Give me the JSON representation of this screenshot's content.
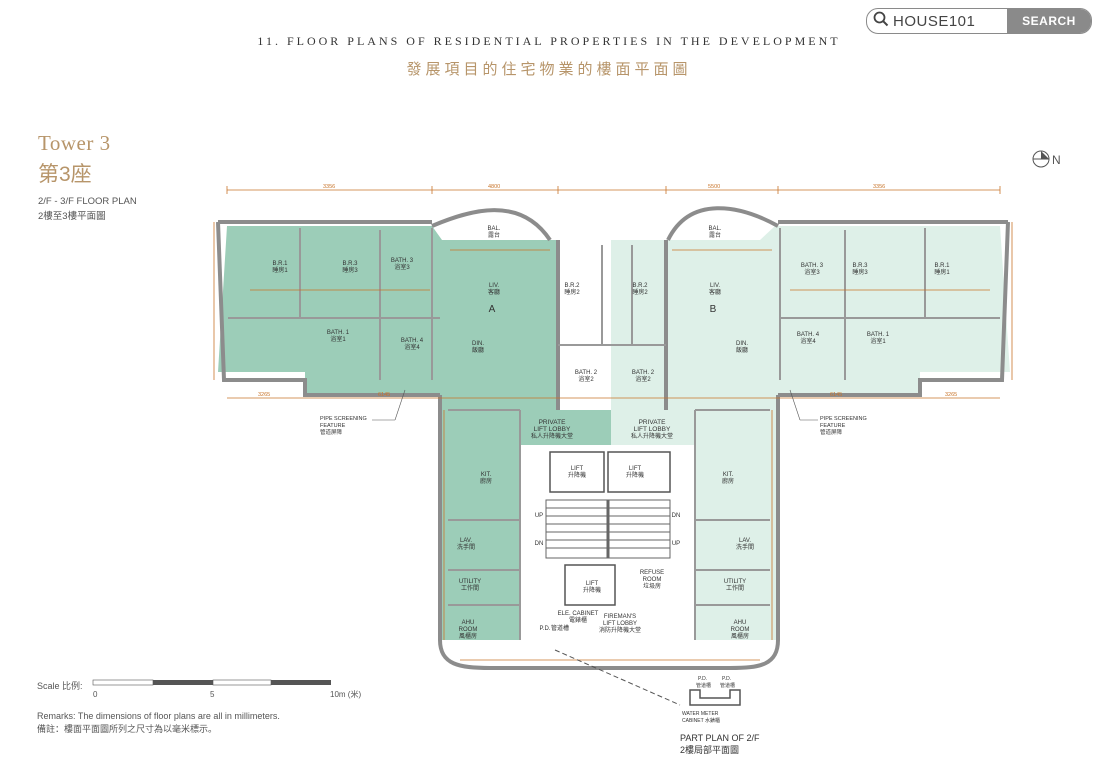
{
  "search": {
    "query": "HOUSE101",
    "button_label": "SEARCH"
  },
  "header": {
    "title_en": "11. FLOOR PLANS OF RESIDENTIAL PROPERTIES IN THE DEVELOPMENT",
    "title_zh": "發展項目的住宅物業的樓面平面圖"
  },
  "tower": {
    "name_en": "Tower 3",
    "name_zh": "第3座"
  },
  "floor": {
    "label_en": "2/F - 3/F FLOOR PLAN",
    "label_zh": "2樓至3樓平面圖"
  },
  "north": {
    "label": "N"
  },
  "scale": {
    "label": "Scale 比例:",
    "ticks": [
      "0",
      "5",
      "10m (米)"
    ]
  },
  "remarks": {
    "en": "Remarks: The dimensions of floor plans are all in millimeters.",
    "zh": "備註：樓面平面圖所列之尺寸為以毫米標示。"
  },
  "part_plan": {
    "en": "PART PLAN OF 2/F",
    "zh": "2樓局部平面圖"
  },
  "plan_labels": {
    "unit_a": "A",
    "unit_b": "B",
    "liv": "LIV.",
    "liv_zh": "客廳",
    "din": "DIN.",
    "din_zh": "飯廳",
    "bal": "BAL.",
    "bal_zh": "露台",
    "br1": "B.R.1",
    "br1_zh": "睡房1",
    "br2": "B.R.2",
    "br2_zh": "睡房2",
    "br3": "B.R.3",
    "br3_zh": "睡房3",
    "bath1": "BATH. 1",
    "bath1_zh": "浴室1",
    "bath2": "BATH. 2",
    "bath2_zh": "浴室2",
    "bath3": "BATH. 3",
    "bath3_zh": "浴室3",
    "bath4": "BATH. 4",
    "bath4_zh": "浴室4",
    "kit": "KIT.",
    "kit_zh": "廚房",
    "lav": "LAV.",
    "lav_zh": "洗手間",
    "utility": "UTILITY",
    "utility_zh": "工作間",
    "ahu": "AHU",
    "room": "ROOM",
    "ahu_zh": "風櫃房",
    "lift": "LIFT",
    "lift_zh": "升降機",
    "private_lift_lobby_1": "PRIVATE",
    "private_lift_lobby_2": "LIFT LOBBY",
    "private_lift_lobby_zh": "私人升降機大堂",
    "pipe_1": "PIPE SCREENING",
    "pipe_2": "FEATURE",
    "pipe_zh": "管道屏障",
    "refuse_1": "REFUSE",
    "refuse_2": "ROOM",
    "refuse_zh": "垃圾房",
    "fireman_1": "FIREMAN'S",
    "fireman_2": "LIFT LOBBY",
    "fireman_zh": "消防升降機大堂",
    "ele_cabinet": "ELE. CABINET",
    "ele_cabinet_zh": "電錶櫃",
    "pd": "P.D.",
    "pd_zh": "管道槽",
    "water_meter_1": "WATER METER",
    "water_meter_2": "CABINET 水錶櫃",
    "up": "UP",
    "dn": "DN"
  },
  "dimensions": {
    "top": [
      "3356",
      "4800",
      "5500",
      "3356"
    ],
    "bottom": [
      "3265",
      "6145",
      "6145",
      "3265"
    ]
  },
  "colors": {
    "accent_gold": "#b7956a",
    "dimension_orange": "#c8742a",
    "unit_a_fill": "#9ccdb8",
    "unit_b_fill": "#def0e8",
    "wall_gray": "#8c8c8c"
  }
}
